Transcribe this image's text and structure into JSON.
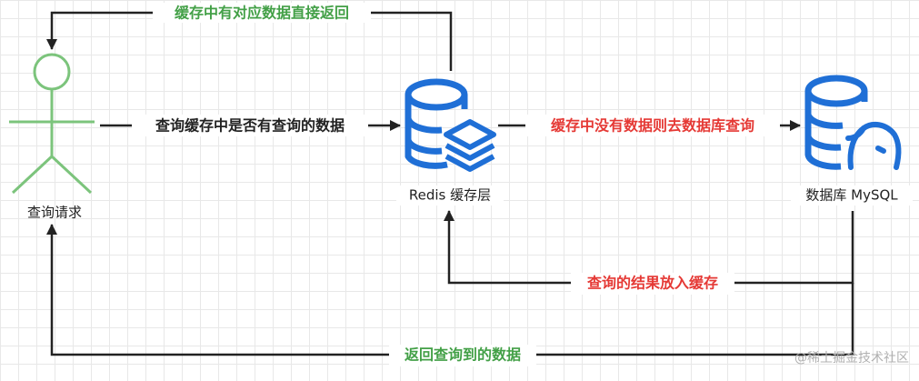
{
  "nodes": {
    "user": {
      "label": "查询请求"
    },
    "redis": {
      "label": "Redis 缓存层"
    },
    "mysql": {
      "label": "数据库 MySQL"
    }
  },
  "edges": {
    "query_cache": {
      "label": "查询缓存中是否有查询的数据"
    },
    "cache_hit": {
      "label": "缓存中有对应数据直接返回"
    },
    "cache_miss": {
      "label": "缓存中没有数据则去数据库查询"
    },
    "store_cache": {
      "label": "查询的结果放入缓存"
    },
    "return_data": {
      "label": "返回查询到的数据"
    }
  },
  "colors": {
    "actor": "#7cc47c",
    "db_icon": "#1f6fd6",
    "arrow": "#222222",
    "green_label": "#43a047",
    "red_label": "#e53935",
    "dark_label": "#222222"
  },
  "watermark": "@稀土掘金技术社区"
}
